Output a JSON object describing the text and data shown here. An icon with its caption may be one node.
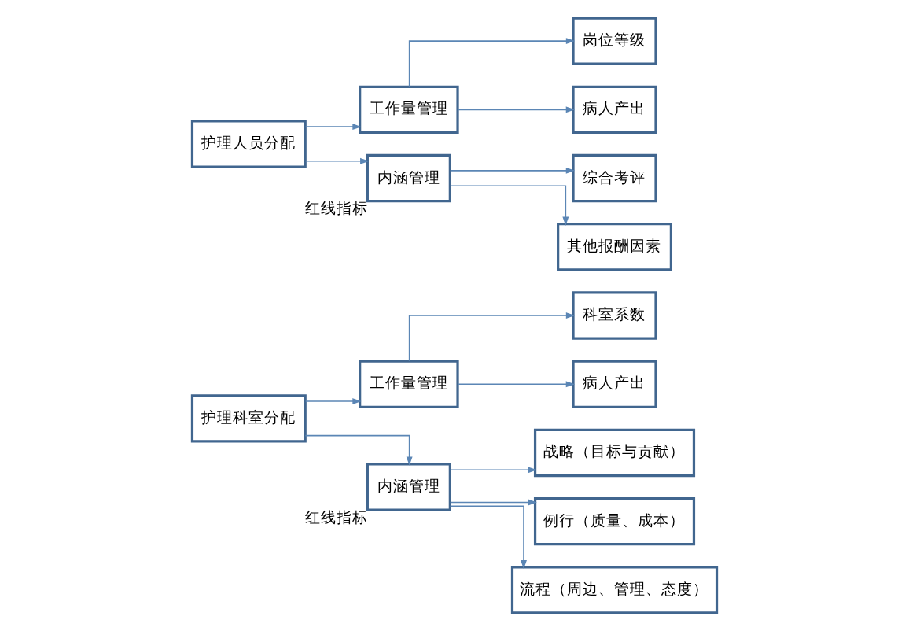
{
  "diagram": {
    "nodes": [
      {
        "text": [
          "护理科室分配"
        ]
      },
      {
        "text": [
          "工作量管理"
        ]
      },
      {
        "text": [
          "内涵管理"
        ],
        "beside": [
          "红线指标"
        ]
      },
      {
        "text": [
          "科室系数"
        ]
      },
      {
        "text": [
          "病人产出"
        ]
      },
      {
        "text": [
          "战略（目标与贡献）"
        ]
      },
      {
        "text": [
          "例行（质量、成本）"
        ]
      },
      {
        "text": [
          "流程（周边、管理、态度）"
        ]
      },
      {
        "text": [
          "护理人员分配"
        ]
      },
      {
        "text": [
          "工作量管理"
        ]
      },
      {
        "text": [
          "内涵管理"
        ],
        "beside": [
          "红线指标"
        ]
      },
      {
        "text": [
          "岗位等级"
        ]
      },
      {
        "text": [
          "病人产出"
        ]
      },
      {
        "text": [
          "综合考评"
        ]
      },
      {
        "text": [
          "其他报酬因素"
        ]
      }
    ],
    "edges": [
      {
        "from": 0,
        "to": 1,
        "arrow": "to"
      },
      {
        "from": 0,
        "to": 2,
        "arrow": "to"
      },
      {
        "from": 1,
        "to": 3,
        "arrow": "to"
      },
      {
        "from": 1,
        "to": 4,
        "arrow": "to"
      },
      {
        "from": 2,
        "to": 5,
        "arrow": "to"
      },
      {
        "from": 2,
        "to": 6,
        "arrow": "to"
      },
      {
        "from": 2,
        "to": 7,
        "arrow": "to"
      },
      {
        "from": 8,
        "to": 9,
        "arrow": "to"
      },
      {
        "from": 8,
        "to": 10,
        "arrow": "to"
      },
      {
        "from": 9,
        "to": 11,
        "arrow": "to"
      },
      {
        "from": 9,
        "to": 12,
        "arrow": "to"
      },
      {
        "from": 10,
        "to": 13,
        "arrow": "to"
      },
      {
        "from": 10,
        "to": 14,
        "arrow": "to"
      }
    ]
  }
}
